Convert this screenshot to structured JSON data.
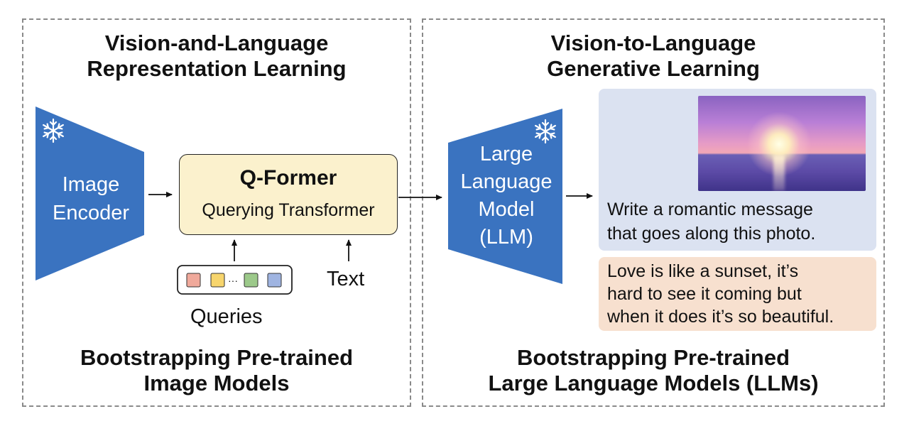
{
  "left_panel": {
    "title_lines": [
      "Vision-and-Language",
      "Representation Learning"
    ],
    "footer_lines": [
      "Bootstrapping Pre-trained",
      "Image Models"
    ]
  },
  "right_panel": {
    "title_lines": [
      "Vision-to-Language",
      "Generative Learning"
    ],
    "footer_lines": [
      "Bootstrapping Pre-trained",
      "Large Language Models (LLMs)"
    ]
  },
  "image_encoder": {
    "label_lines": [
      "Image",
      "Encoder"
    ],
    "icon": "snowflake-icon",
    "color": "#3a73c0"
  },
  "qformer": {
    "title": "Q-Former",
    "subtitle": "Querying Transformer",
    "fill": "#fbf1cd"
  },
  "queries": {
    "label": "Queries",
    "ellipsis": "···",
    "token_colors": [
      "#f0a99b",
      "#f7d56d",
      "#9cc98a",
      "#9fb4e1"
    ]
  },
  "text_input": {
    "label": "Text"
  },
  "llm": {
    "label_lines": [
      "Large",
      "Language",
      "Model",
      "(LLM)"
    ],
    "icon": "snowflake-icon",
    "color": "#3a73c0"
  },
  "prompt": {
    "lines": [
      "Write a romantic message",
      "that goes along this photo."
    ],
    "fill": "#dbe2f1"
  },
  "answer": {
    "lines": [
      "Love is like a sunset, it’s",
      "hard to see it coming but",
      "when it does it’s so beautiful."
    ],
    "fill": "#f7e0cf"
  }
}
